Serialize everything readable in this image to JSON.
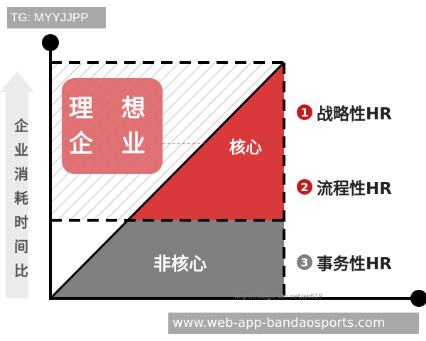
{
  "watermark_top": "TG: MYYJJPP",
  "watermark_bottom": "www.web-app-bandaosports.com",
  "source_url": "https://blog.csdn.net/ak619",
  "y_axis_label": "企业消耗时间比",
  "ideal_box": {
    "line1": "理 想",
    "line2": "企 业"
  },
  "regions": {
    "core": "核心",
    "non_core": "非核心"
  },
  "right_labels": [
    {
      "num": "1",
      "text": "战略性HR",
      "color": "#c0191e"
    },
    {
      "num": "2",
      "text": "流程性HR",
      "color": "#c0191e"
    },
    {
      "num": "3",
      "text": "事务性HR",
      "color": "#808080"
    }
  ],
  "colors": {
    "core": "#d9393b",
    "non_core": "#808080",
    "ideal": "#e06466"
  }
}
